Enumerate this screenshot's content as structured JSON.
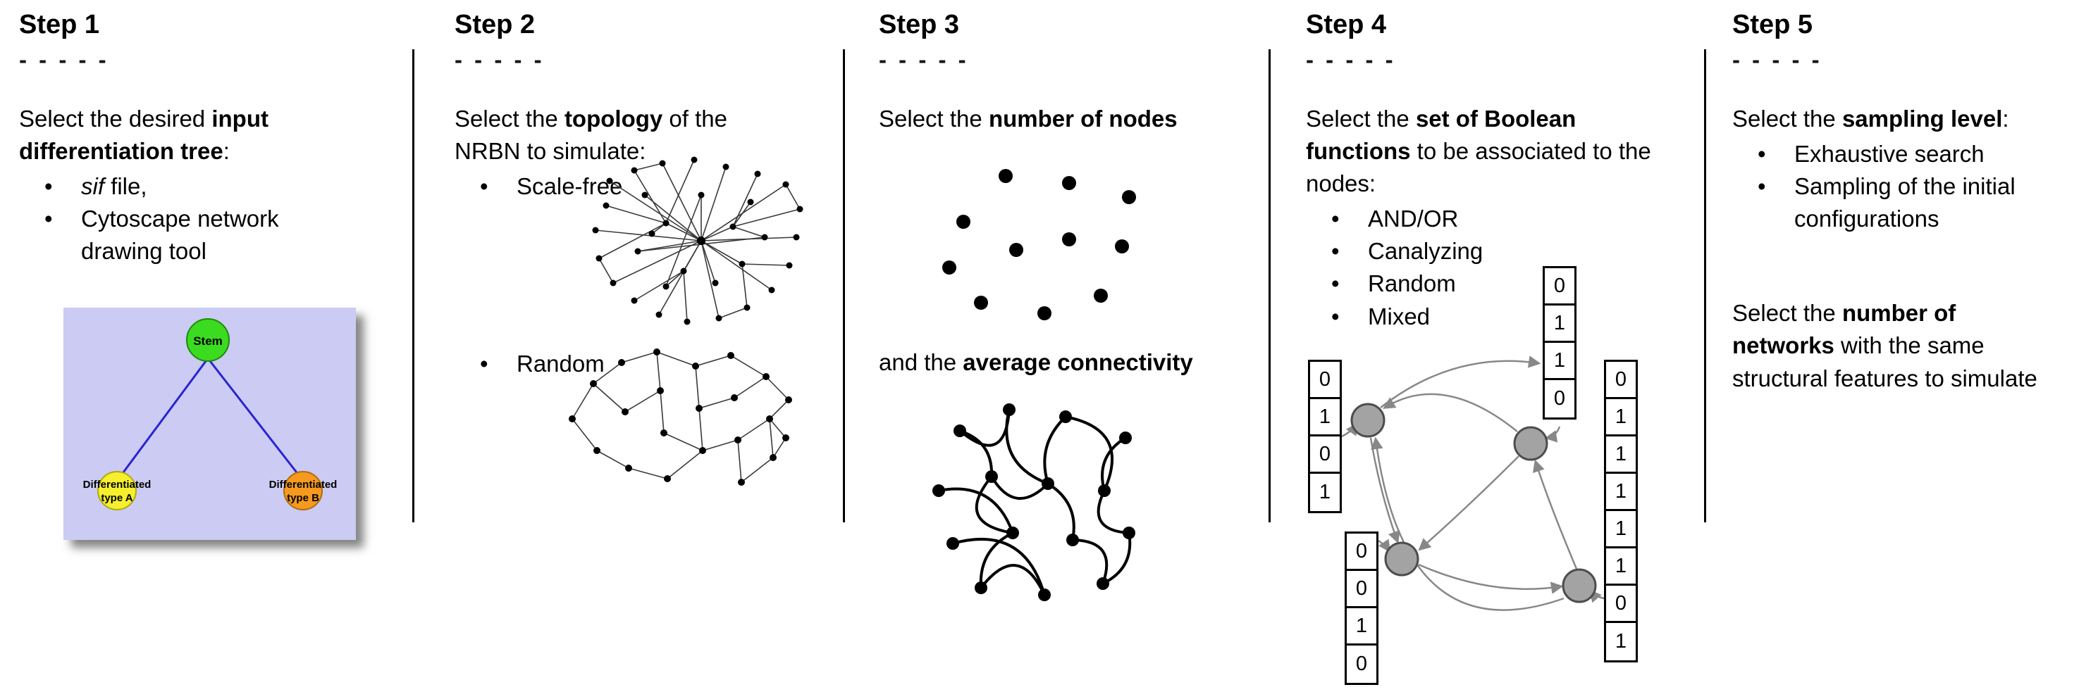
{
  "bullet_char": "•",
  "steps": [
    {
      "title": "Step 1",
      "dashes": "- - - - -",
      "intro": {
        "pre": "Select the desired ",
        "bold": "input differentiation tree",
        "post": ":"
      },
      "bullets": [
        {
          "italic": "sif",
          "rest": " file,"
        },
        {
          "text": "Cytoscape network drawing tool"
        }
      ],
      "tree": {
        "stem_label": "Stem",
        "type_a_label_line1": "Differentiated",
        "type_a_label_line2": "type A",
        "type_b_label_line1": "Differentiated",
        "type_b_label_line2": "type B",
        "colors": {
          "background": "#cbcbf3",
          "stem": "#3bdb1f",
          "type_a": "#f5ef2e",
          "type_b": "#f59a1f",
          "edge": "#2a23d1"
        }
      }
    },
    {
      "title": "Step 2",
      "dashes": "- - - - -",
      "intro": {
        "pre": "Select the ",
        "bold": "topology",
        "post": " of the NRBN to simulate:"
      },
      "bullets": [
        {
          "text": "Scale-free"
        },
        {
          "text": "Random"
        }
      ]
    },
    {
      "title": "Step 3",
      "dashes": "- - - - -",
      "intro": {
        "pre": "Select the ",
        "bold": "number of nodes",
        "post": ""
      },
      "second": {
        "pre": "and the ",
        "bold": "average connectivity",
        "post": ""
      }
    },
    {
      "title": "Step 4",
      "dashes": "- - - - -",
      "intro": {
        "pre": "Select the ",
        "bold": "set of Boolean functions",
        "post": " to be associated to the nodes:"
      },
      "bullets": [
        {
          "text": "AND/OR"
        },
        {
          "text": "Canalyzing"
        },
        {
          "text": "Random"
        },
        {
          "text": "Mixed"
        }
      ],
      "truth_tables": {
        "top": [
          "0",
          "1",
          "1",
          "0"
        ],
        "left": [
          "0",
          "1",
          "0",
          "1"
        ],
        "bottom_left": [
          "0",
          "0",
          "1",
          "0"
        ],
        "right": [
          "0",
          "1",
          "1",
          "1",
          "1",
          "1",
          "0",
          "1"
        ]
      }
    },
    {
      "title": "Step 5",
      "dashes": "- - - - -",
      "intro": {
        "pre": "Select the ",
        "bold": "sampling level",
        "post": ":"
      },
      "bullets": [
        {
          "text": "Exhaustive search"
        },
        {
          "text": "Sampling of the initial configurations"
        }
      ],
      "second": {
        "pre": "Select the ",
        "bold": "number of networks",
        "post": " with the same structural features to simulate"
      }
    }
  ]
}
